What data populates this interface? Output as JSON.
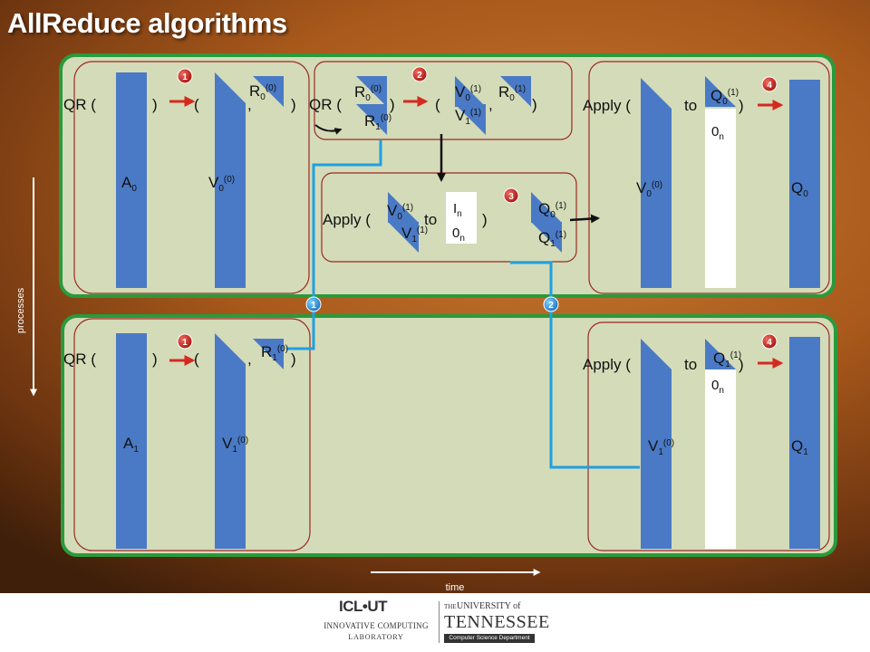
{
  "title": "AllReduce algorithms",
  "colors": {
    "panel_fill": "#d4dbb8",
    "panel_border": "#2a9a3c",
    "box_border": "#9b2b22",
    "matrix_blue": "#4a7ac6",
    "arrow_red": "#d42a20",
    "connector_blue": "#1ea0e2",
    "badge_red": "#c6261e"
  },
  "badges": {
    "step1": "1",
    "step2": "2",
    "step3": "3",
    "step4": "4"
  },
  "labels": {
    "qr_open": "QR (",
    "close_paren": ")",
    "open_paren": "(",
    "comma": ",",
    "apply_open": "Apply (",
    "to": "to",
    "A": "A",
    "V": "V",
    "R": "R",
    "Q": "Q",
    "I": "I",
    "zero": "0",
    "sub0": "0",
    "sub1": "1",
    "subn": "n",
    "sup0": "(0)",
    "sup1": "(1)"
  },
  "axes": {
    "vertical": "processes",
    "horizontal": "time"
  },
  "footer": {
    "icl_mark": "ICL•UT",
    "icl_line1": "INNOVATIVE COMPUTING",
    "icl_line2": "LABORATORY",
    "ut_the": "THE",
    "ut_univ": "UNIVERSITY of",
    "ut_tenn": "TENNESSEE",
    "ut_dept": "Computer Science Department"
  }
}
